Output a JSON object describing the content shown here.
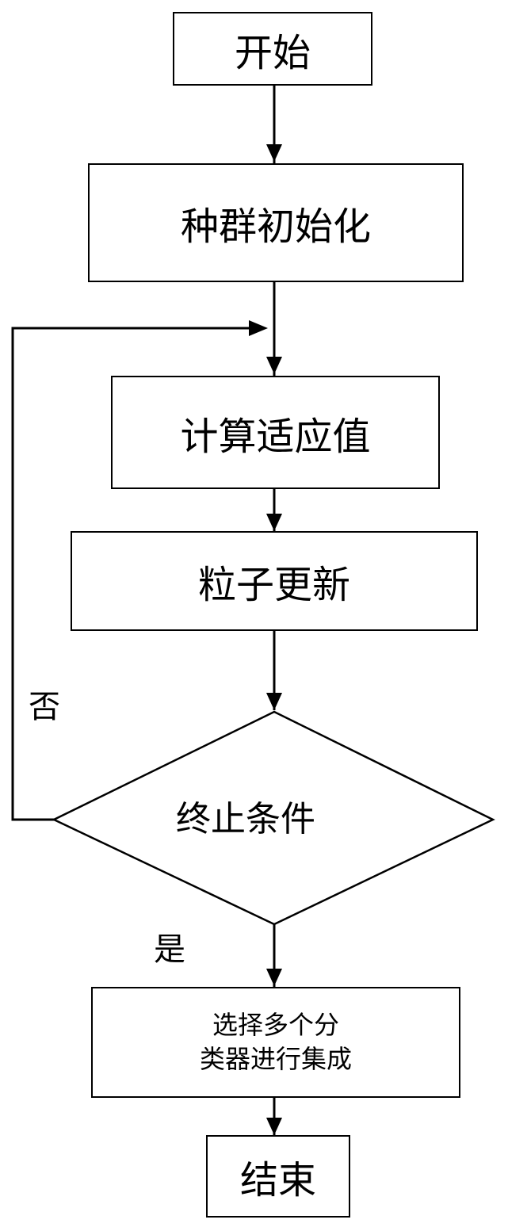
{
  "nodes": {
    "start": "开始",
    "init": "种群初始化",
    "fitness": "计算适应值",
    "update": "粒子更新",
    "condition": "终止条件",
    "select_line1": "选择多个分",
    "select_line2": "类器进行集成",
    "end": "结束"
  },
  "edge_labels": {
    "no": "否",
    "yes": "是"
  }
}
